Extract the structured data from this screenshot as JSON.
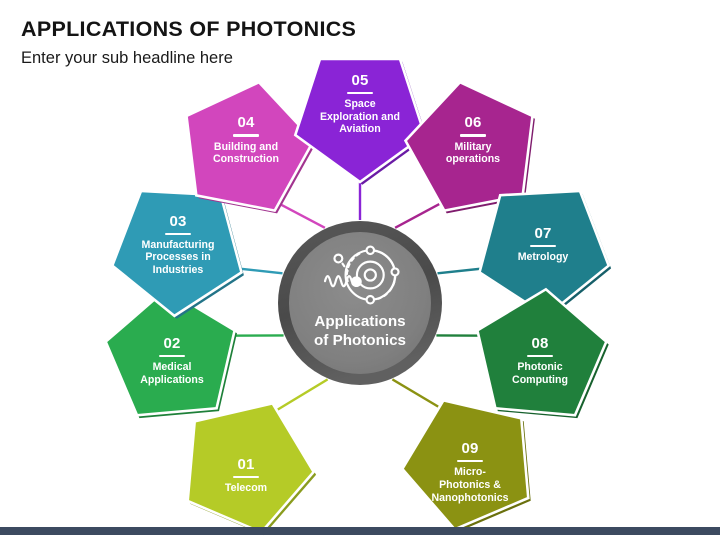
{
  "slide": {
    "title": "APPLICATIONS OF PHOTONICS",
    "subtitle": "Enter your sub headline here",
    "background_color": "#ffffff",
    "footer_bar_color": "#3c4a60"
  },
  "center": {
    "label_line1": "Applications",
    "label_line2": "of Photonics",
    "icon": "atom-photonics-icon",
    "fill_color": "#7f7f7f",
    "ring_color": "#4d4d4d"
  },
  "nodes": [
    {
      "number": "01",
      "label": "Telecom",
      "lines": [
        "Telecom"
      ],
      "color": "#b5cb27",
      "shadow_color": "#8a9c1e"
    },
    {
      "number": "02",
      "label": "Medical Applications",
      "lines": [
        "Medical",
        "Applications"
      ],
      "color": "#2aac4f",
      "shadow_color": "#1e8039"
    },
    {
      "number": "03",
      "label": "Manufacturing Processes in Industries",
      "lines": [
        "Manufacturing",
        "Processes in",
        "Industries"
      ],
      "color": "#2f9bb5",
      "shadow_color": "#237488"
    },
    {
      "number": "04",
      "label": "Building and Construction",
      "lines": [
        "Building and",
        "Construction"
      ],
      "color": "#d246bd",
      "shadow_color": "#a2348f"
    },
    {
      "number": "05",
      "label": "Space Exploration and Aviation",
      "lines": [
        "Space",
        "Exploration and",
        "Aviation"
      ],
      "color": "#8a24d6",
      "shadow_color": "#6a1ba5"
    },
    {
      "number": "06",
      "label": "Military operations",
      "lines": [
        "Military",
        "operations"
      ],
      "color": "#a7258f",
      "shadow_color": "#7f1c6d"
    },
    {
      "number": "07",
      "label": "Metrology",
      "lines": [
        "Metrology"
      ],
      "color": "#1f7f8c",
      "shadow_color": "#165f69"
    },
    {
      "number": "08",
      "label": "Photonic Computing",
      "lines": [
        "Photonic",
        "Computing"
      ],
      "color": "#20803c",
      "shadow_color": "#17612d"
    },
    {
      "number": "09",
      "label": "Micro-Photonics & Nanophotonics",
      "lines": [
        "Micro-",
        "Photonics &",
        "Nanophotonics"
      ],
      "color": "#8b9212",
      "shadow_color": "#6a700d"
    }
  ]
}
